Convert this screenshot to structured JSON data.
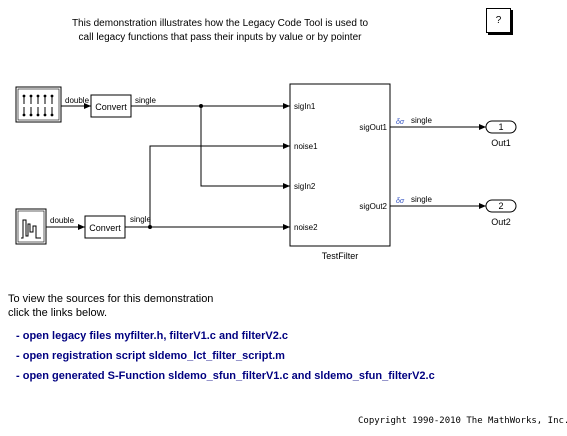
{
  "description": {
    "line1": "This demonstration illustrates how the Legacy Code Tool is used to",
    "line2": "call legacy functions that pass their inputs by value or by pointer"
  },
  "help_button": "?",
  "blocks": {
    "convert_top": "Convert",
    "convert_bottom": "Convert",
    "testfilter": "TestFilter",
    "out1_num": "1",
    "out1_label": "Out1",
    "out2_num": "2",
    "out2_label": "Out2"
  },
  "ports": {
    "sigIn1": "sigIn1",
    "noise1": "noise1",
    "sigIn2": "sigIn2",
    "noise2": "noise2",
    "sigOut1": "sigOut1",
    "sigOut2": "sigOut2"
  },
  "signals": {
    "double_top": "double",
    "single_top": "single",
    "double_bottom": "double",
    "single_bottom": "single",
    "single_out1": "single",
    "single_out2": "single",
    "fixpt_glyph": "δσ"
  },
  "intro": {
    "line1": "To view the sources for this demonstration",
    "line2": "click the links below."
  },
  "links": [
    "- open legacy files myfilter.h, filterV1.c and filterV2.c",
    "- open registration script sldemo_lct_filter_script.m",
    "- open generated S-Function sldemo_sfun_filterV1.c and sldemo_sfun_filterV2.c"
  ],
  "copyright": "Copyright 1990-2010 The MathWorks, Inc."
}
